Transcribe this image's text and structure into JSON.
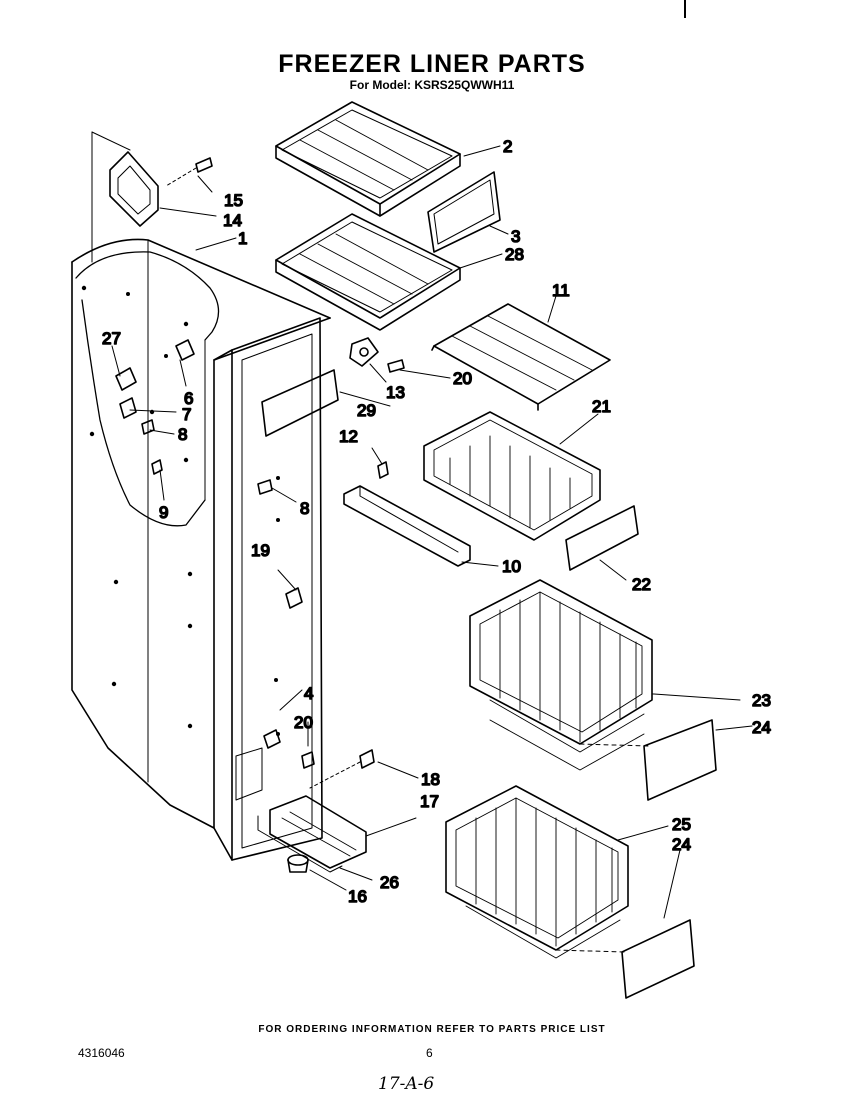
{
  "title": "FREEZER LINER PARTS",
  "subtitle": "For Model: KSRS25QWWH11",
  "footer": {
    "ordering_note": "FOR ORDERING INFORMATION REFER TO PARTS PRICE LIST",
    "document_number": "4316046",
    "page_number": "6",
    "handwritten_note": "17-A-6"
  },
  "callouts": {
    "c1": "1",
    "c2": "2",
    "c3": "3",
    "c4": "4",
    "c6": "6",
    "c7": "7",
    "c8a": "8",
    "c8b": "8",
    "c9": "9",
    "c10": "10",
    "c11": "11",
    "c12": "12",
    "c13": "13",
    "c14": "14",
    "c15": "15",
    "c16": "16",
    "c17": "17",
    "c18": "18",
    "c19": "19",
    "c20a": "20",
    "c20b": "20",
    "c21": "21",
    "c22": "22",
    "c23": "23",
    "c24a": "24",
    "c24b": "24",
    "c25": "25",
    "c26": "26",
    "c27": "27",
    "c28": "28",
    "c29": "29"
  }
}
